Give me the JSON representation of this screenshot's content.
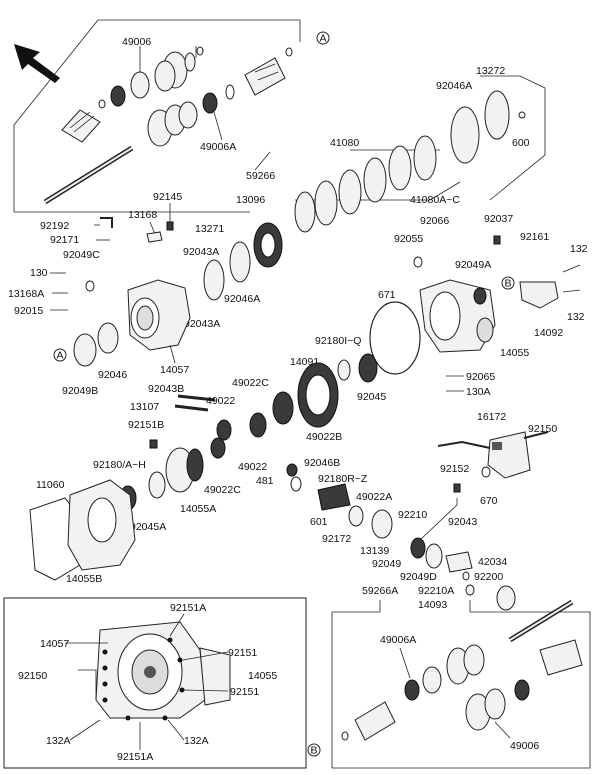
{
  "markers": {
    "a": "A",
    "b": "B"
  },
  "labels": {
    "l49006_top": "49006",
    "l49006a_top": "49006A",
    "l59266": "59266",
    "l13272": "13272",
    "l92046a_r": "92046A",
    "l600": "600",
    "l41080": "41080",
    "l41080ac": "41080A~C",
    "l92145": "92145",
    "l13168": "13168",
    "l13096": "13096",
    "l13271": "13271",
    "l92192": "92192",
    "l92171": "92171",
    "l92049c": "92049C",
    "l130": "130",
    "l13168a": "13168A",
    "l92015": "92015",
    "l92043a_1": "92043A",
    "l92043a_2": "92043A",
    "l92046a_m": "92046A",
    "l92066": "92066",
    "l92037": "92037",
    "l92055": "92055",
    "l92161": "92161",
    "l132_1": "132",
    "l132_2": "132",
    "l92049a": "92049A",
    "l671": "671",
    "l14092": "14092",
    "l14055": "14055",
    "l92180iq": "92180I~Q",
    "l92065": "92065",
    "l130a": "130A",
    "l92045": "92045",
    "l92049b": "92049B",
    "l92046": "92046",
    "l14057_top": "14057",
    "l14091": "14091",
    "l92043b": "92043B",
    "l13107": "13107",
    "l49022c_1": "49022C",
    "l49022_1": "49022",
    "l49022b": "49022B",
    "l92151b": "92151B",
    "l92180ah": "92180/A~H",
    "l49022_2": "49022",
    "l49022c_2": "49022C",
    "l92046b": "92046B",
    "l481": "481",
    "l92180rz": "92180R~Z",
    "l14055a": "14055A",
    "l16172": "16172",
    "l92150_r": "92150",
    "l92152": "92152",
    "l670": "670",
    "l11060": "11060",
    "l92045a": "92045A",
    "l49022a": "49022A",
    "l601": "601",
    "l92210": "92210",
    "l92043": "92043",
    "l92172": "92172",
    "l13139": "13139",
    "l42034": "42034",
    "l92049": "92049",
    "l92049d": "92049D",
    "l92200": "92200",
    "l92210a": "92210A",
    "l14093": "14093",
    "l14055b": "14055B",
    "l59266a": "59266A",
    "l92151a_top": "92151A",
    "l14057_box": "14057",
    "l92151_box1": "92151",
    "l92150_box": "92150",
    "l14055_box": "14055",
    "l92151_box2": "92151",
    "l132a_l": "132A",
    "l92151a_bot": "92151A",
    "l132a_r": "132A",
    "l49006a_bot": "49006A",
    "l49006_bot": "49006"
  }
}
